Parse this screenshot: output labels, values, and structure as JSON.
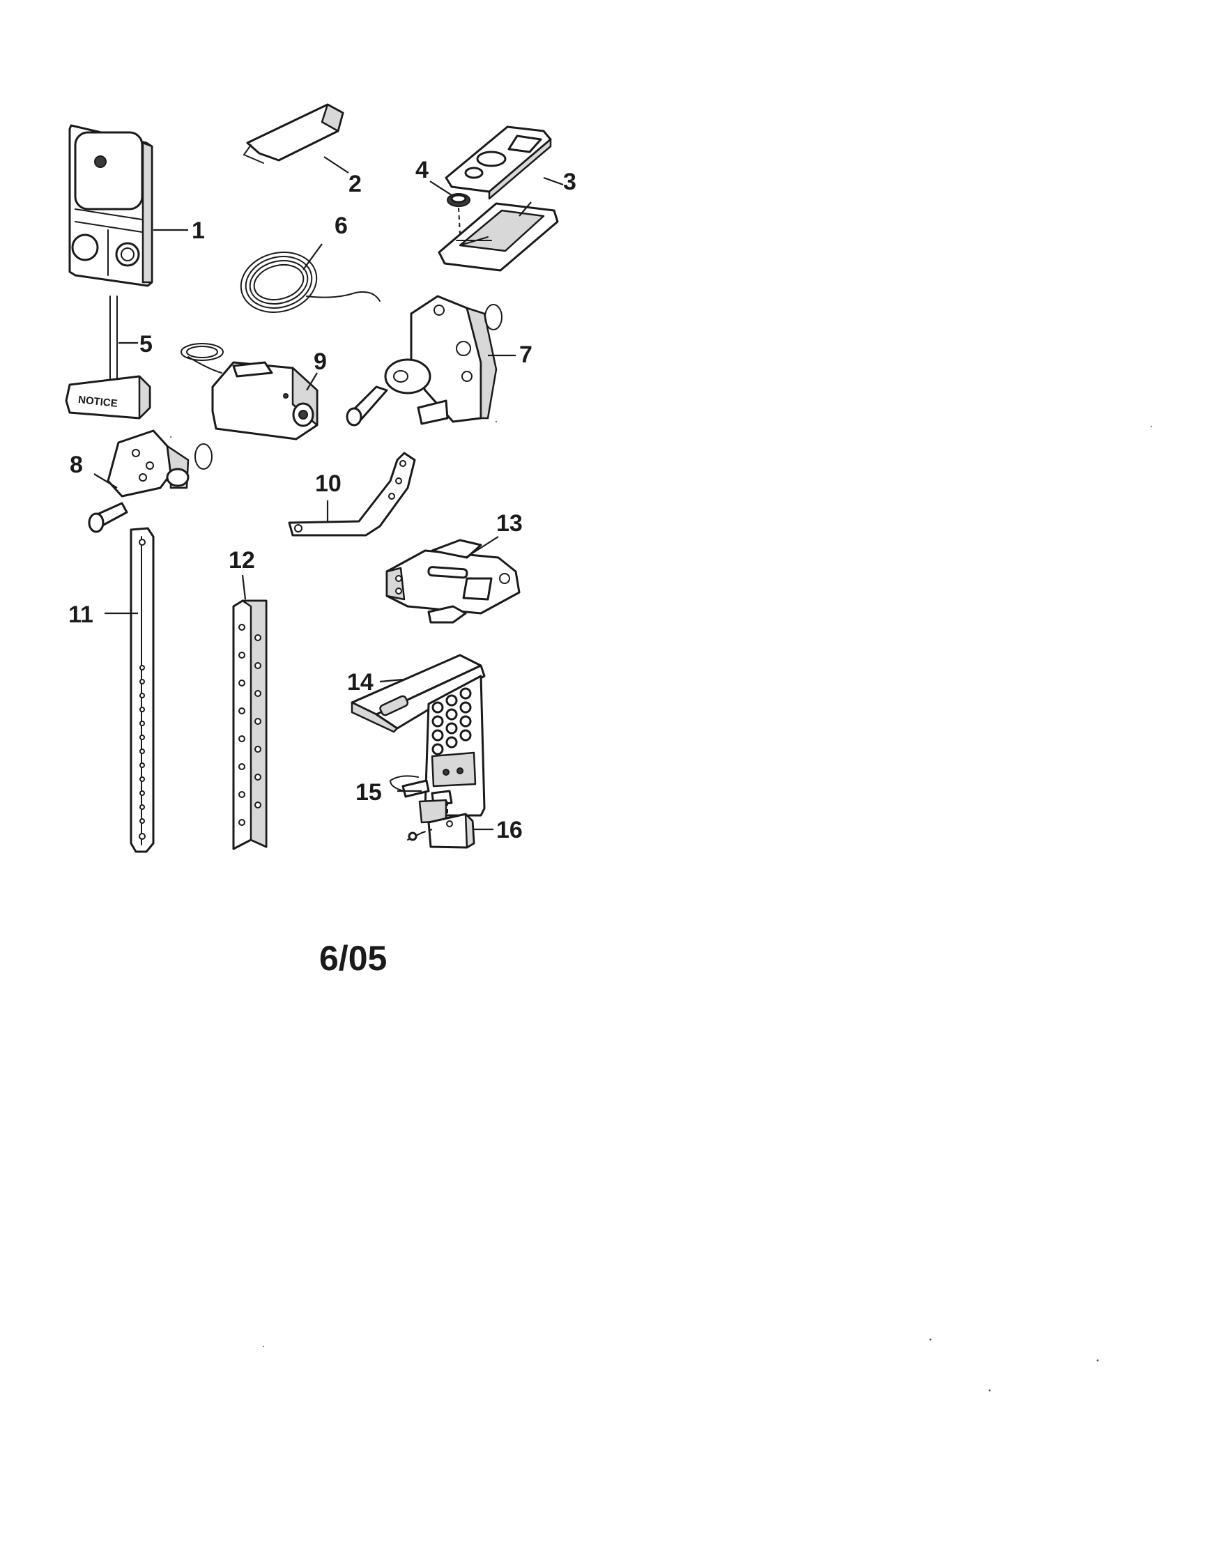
{
  "callouts": [
    {
      "id": "1",
      "label": "1"
    },
    {
      "id": "2",
      "label": "2"
    },
    {
      "id": "3",
      "label": "3"
    },
    {
      "id": "4",
      "label": "4"
    },
    {
      "id": "5",
      "label": "5"
    },
    {
      "id": "6",
      "label": "6"
    },
    {
      "id": "7",
      "label": "7"
    },
    {
      "id": "8",
      "label": "8"
    },
    {
      "id": "9",
      "label": "9"
    },
    {
      "id": "10",
      "label": "10"
    },
    {
      "id": "11",
      "label": "11"
    },
    {
      "id": "12",
      "label": "12"
    },
    {
      "id": "13",
      "label": "13"
    },
    {
      "id": "14",
      "label": "14"
    },
    {
      "id": "15",
      "label": "15"
    },
    {
      "id": "16",
      "label": "16"
    }
  ],
  "notice_label": "NOTICE",
  "date_code": "6/05"
}
